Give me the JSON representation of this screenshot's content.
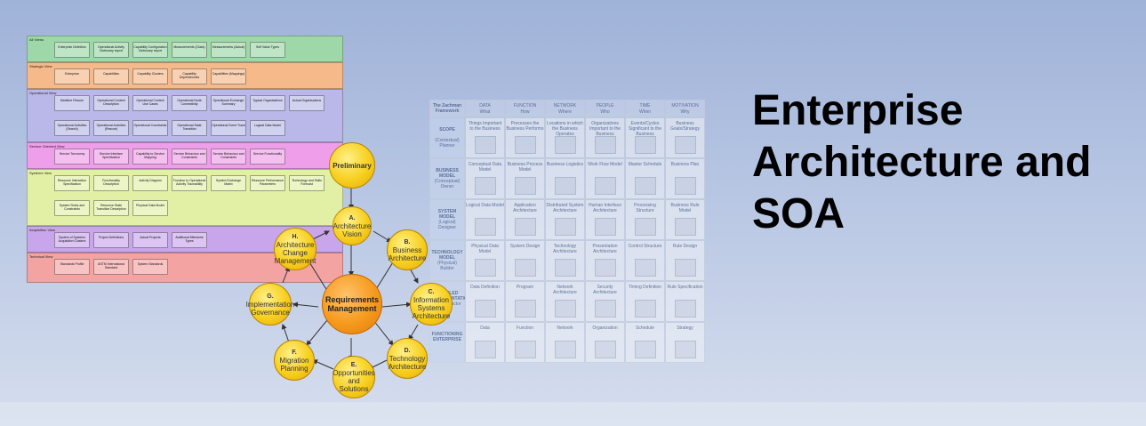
{
  "title": "Enterprise Architecture and SOA",
  "colors": {
    "background_top": "#9fb2d8",
    "background_bottom": "#d6deee",
    "node": "#f7cf1e",
    "center_node": "#f59a1d"
  },
  "adm": {
    "preliminary": "Preliminary",
    "a": {
      "key": "A.",
      "name": "Architecture Vision"
    },
    "b": {
      "key": "B.",
      "name": "Business Architecture"
    },
    "c": {
      "key": "C.",
      "name": "Information Systems Architecture"
    },
    "d": {
      "key": "D.",
      "name": "Technology Architecture"
    },
    "e": {
      "key": "E.",
      "name": "Opportunities and Solutions"
    },
    "f": {
      "key": "F.",
      "name": "Migration Planning"
    },
    "g": {
      "key": "G.",
      "name": "Implementation Governance"
    },
    "h": {
      "key": "H.",
      "name": "Architecture Change Management"
    },
    "center": "Requirements Management"
  },
  "dodaf": {
    "bands": [
      {
        "label": "All Views",
        "color": "#9fd8a8",
        "tiles": [
          "Enterprise Definition",
          "Operational Activity Dictionary report",
          "Capability Configuration Dictionary report",
          "Measurements (Class)",
          "Measurements (Actual)",
          "Self Value Types"
        ]
      },
      {
        "label": "Strategic View",
        "color": "#f5b98a",
        "tiles": [
          "Enterprise",
          "Capabilities",
          "Capability Clusters",
          "Capability Dependencies",
          "Capabilities (Mappings)"
        ]
      },
      {
        "label": "Operational View",
        "color": "#b9b8e8",
        "tiles": [
          "Maritime Rescue",
          "Operational Context Description",
          "Operational Context Use Cases",
          "Operational Node Connectivity",
          "Operational Exchange Summary",
          "Typical Organisations",
          "Actual Organisations",
          "Operational Activities (Search)",
          "Operational Activities (Rescue)",
          "Operational Constraints",
          "Operational State Transition",
          "Operational Event Trace",
          "Logical Data Model"
        ]
      },
      {
        "label": "Service Oriented View",
        "color": "#ef9ee9",
        "tiles": [
          "Service Taxonomy",
          "Service Interface Specification",
          "Capability to Service Mapping",
          "Service Behaviour and Constraints",
          "Service Behaviour and Constraints",
          "Service Functionality"
        ]
      },
      {
        "label": "Systems View",
        "color": "#e2f0a6",
        "tiles": [
          "Resource Interaction Specification",
          "Functionality Description",
          "Activity Diagram",
          "Function to Operational Activity Traceability",
          "System Exchange Matrix",
          "Resource Performance Parameters",
          "Technology and Skills Forecast",
          "System Rules and Constraints",
          "Resource State Transition Description",
          "Physical Data Model"
        ]
      },
      {
        "label": "Acquisition View",
        "color": "#c9a6ec",
        "tiles": [
          "System of Systems Acquisition Clusters",
          "Project Definitions",
          "Actual Projects",
          "Additional Milestone Types"
        ]
      },
      {
        "label": "Technical View",
        "color": "#f4a3a3",
        "tiles": [
          "Standards Profile",
          "ASTM International Standard",
          "System Standards"
        ]
      }
    ]
  },
  "zachman": {
    "corner": "The Zachman Framework",
    "columns": [
      {
        "h": "DATA",
        "s": "What"
      },
      {
        "h": "FUNCTION",
        "s": "How"
      },
      {
        "h": "NETWORK",
        "s": "Where"
      },
      {
        "h": "PEOPLE",
        "s": "Who"
      },
      {
        "h": "TIME",
        "s": "When"
      },
      {
        "h": "MOTIVATION",
        "s": "Why"
      }
    ],
    "rows": [
      {
        "h": "SCOPE",
        "s": "(Contextual) Planner",
        "cells": [
          "Things Important to the Business",
          "Processes the Business Performs",
          "Locations in which the Business Operates",
          "Organizations Important to the Business",
          "Events/Cycles Significant to the Business",
          "Business Goals/Strategy"
        ]
      },
      {
        "h": "BUSINESS MODEL",
        "s": "(Conceptual) Owner",
        "cells": [
          "Conceptual Data Model",
          "Business Process Model",
          "Business Logistics",
          "Work Flow Model",
          "Master Schedule",
          "Business Plan"
        ]
      },
      {
        "h": "SYSTEM MODEL",
        "s": "(Logical) Designer",
        "cells": [
          "Logical Data Model",
          "Application Architecture",
          "Distributed System Architecture",
          "Human Interface Architecture",
          "Processing Structure",
          "Business Rule Model"
        ]
      },
      {
        "h": "TECHNOLOGY MODEL",
        "s": "(Physical) Builder",
        "cells": [
          "Physical Data Model",
          "System Design",
          "Technology Architecture",
          "Presentation Architecture",
          "Control Structure",
          "Rule Design"
        ]
      },
      {
        "h": "DETAILED REPRESENTATIONS",
        "s": "Subcontractor",
        "cells": [
          "Data Definition",
          "Program",
          "Network Architecture",
          "Security Architecture",
          "Timing Definition",
          "Rule Specification"
        ]
      },
      {
        "h": "FUNCTIONING ENTERPRISE",
        "s": "",
        "cells": [
          "Data",
          "Function",
          "Network",
          "Organization",
          "Schedule",
          "Strategy"
        ]
      }
    ]
  }
}
